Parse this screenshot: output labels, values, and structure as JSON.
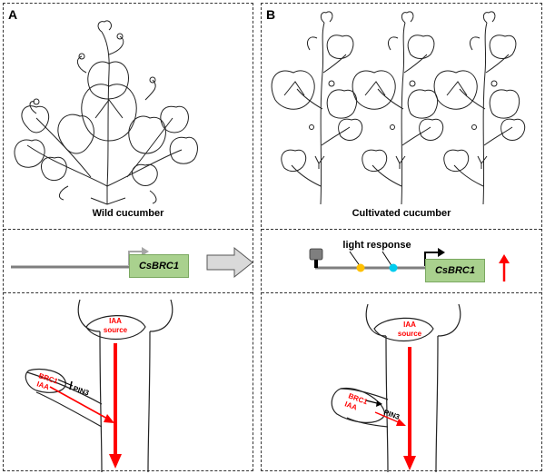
{
  "panel_a": {
    "label": "A",
    "caption": "Wild cucumber",
    "gene": "CsBRC1",
    "bud": {
      "line1": "BRC1",
      "line2": "IAA",
      "pin": "PIN3"
    },
    "source": {
      "line1": "IAA",
      "line2": "source"
    }
  },
  "panel_b": {
    "label": "B",
    "caption": "Cultivated cucumber",
    "gene": "CsBRC1",
    "light_label": "light response",
    "bud": {
      "line1": "BRC1",
      "line2": "IAA",
      "pin": "PIN3"
    },
    "source": {
      "line1": "IAA",
      "line2": "source"
    }
  },
  "colors": {
    "gene_box": "#a9d18e",
    "arrow_red": "#ff0000",
    "site_yellow": "#ffc000",
    "site_cyan": "#00ccee",
    "promoter_gray": "#7f7f7f",
    "transition_arrow": "#d9d9d9"
  }
}
